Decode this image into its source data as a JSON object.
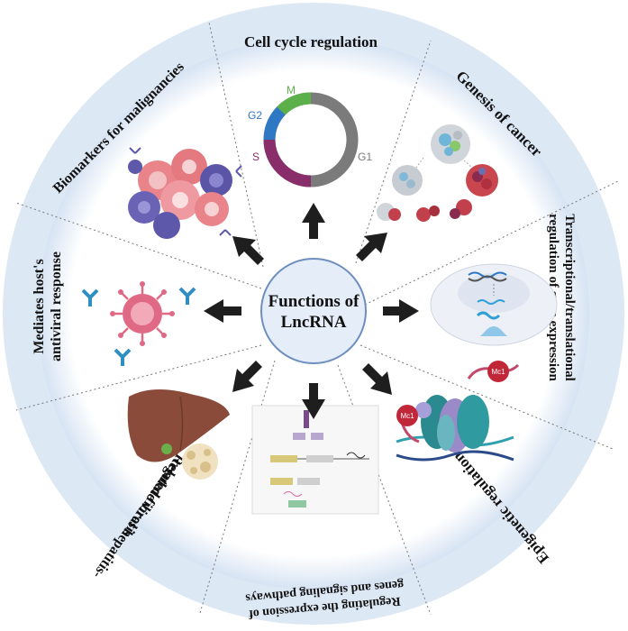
{
  "center": {
    "line1": "Functions of",
    "line2": "LncRNA"
  },
  "segments": [
    {
      "label": "Cell cycle regulation"
    },
    {
      "label": "Genesis of cancer"
    },
    {
      "label1": "Transcriptional/translational",
      "label2": "regulation of gene expression"
    },
    {
      "label": "Epigenetic regulation"
    },
    {
      "label1": "Regulating the expression of",
      "label2": "genes and signaling pathways"
    },
    {
      "label1": "Regulate viral hepatitis-",
      "label2": "related fibrosis"
    },
    {
      "label1": "Mediates host's",
      "label2": "antiviral response"
    },
    {
      "label": "Biomarkers for malignancies"
    }
  ],
  "cell_cycle": {
    "m": "M",
    "g2": "G2",
    "s": "S",
    "g1": "G1"
  },
  "methylation": {
    "mc1a": "Mc1",
    "mc1b": "Mc1"
  },
  "colors": {
    "ring": "#dfe9f5",
    "center_fill": "#e4edf8",
    "center_stroke": "#6f8fc0",
    "arrow": "#1e1e1e",
    "phase_m": "#5cb04a",
    "phase_g2": "#2f78c4",
    "phase_s": "#8a2d6b",
    "phase_g1": "#7b7b7b"
  }
}
